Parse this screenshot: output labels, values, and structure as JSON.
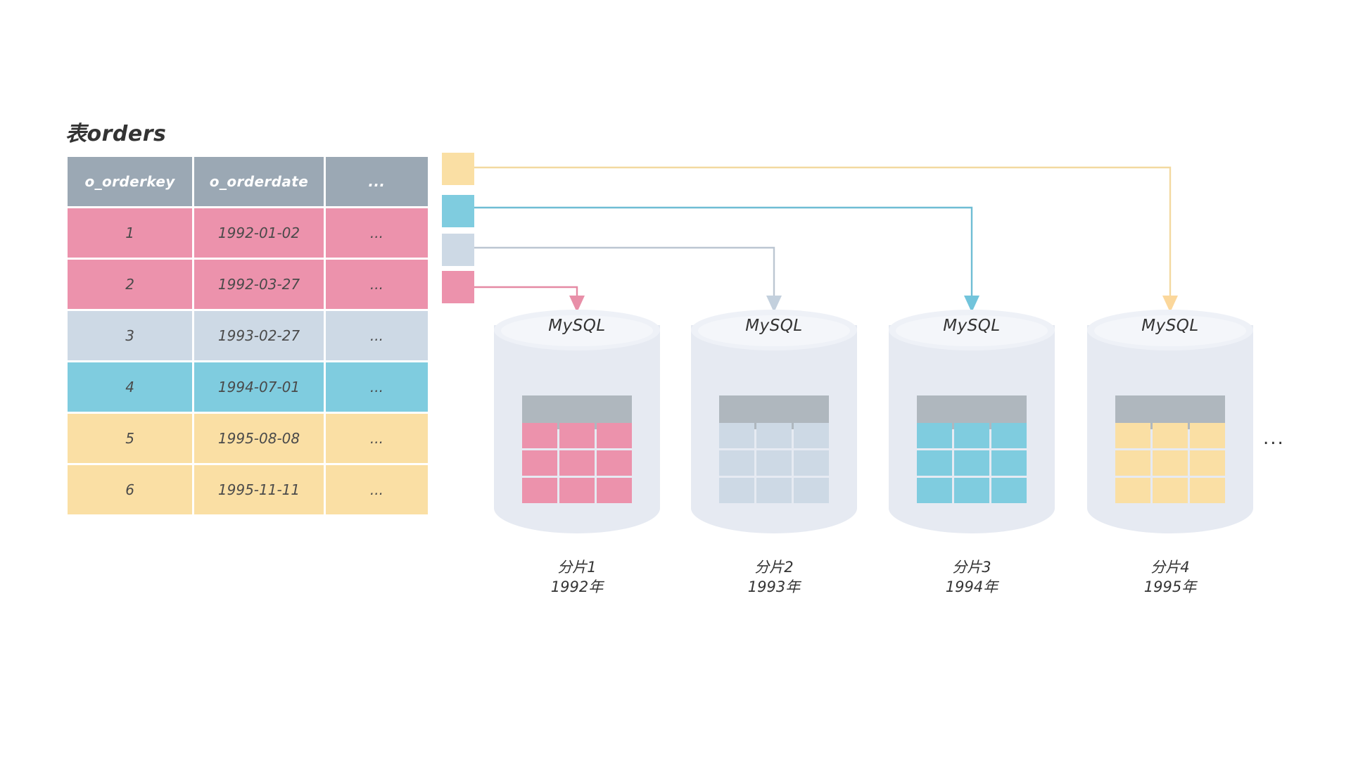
{
  "diagram": {
    "title_prefix": "表",
    "title_name": "orders",
    "title_full": "表orders",
    "trailing_ellipsis": "..."
  },
  "source_table": {
    "name": "表orders",
    "columns": [
      "o_orderkey",
      "o_orderdate",
      "..."
    ],
    "rows": [
      {
        "o_orderkey": "1",
        "o_orderdate": "1992-01-02",
        "more": "...",
        "color": "#EC92AC",
        "shard": "分片1"
      },
      {
        "o_orderkey": "2",
        "o_orderdate": "1992-03-27",
        "more": "...",
        "color": "#EC92AC",
        "shard": "分片1"
      },
      {
        "o_orderkey": "3",
        "o_orderdate": "1993-02-27",
        "more": "...",
        "color": "#CDD9E5",
        "shard": "分片2"
      },
      {
        "o_orderkey": "4",
        "o_orderdate": "1994-07-01",
        "more": "...",
        "color": "#7FCCDF",
        "shard": "分片3"
      },
      {
        "o_orderkey": "5",
        "o_orderdate": "1995-08-08",
        "more": "...",
        "color": "#FADFA4",
        "shard": "分片4"
      },
      {
        "o_orderkey": "6",
        "o_orderdate": "1995-11-11",
        "more": "...",
        "color": "#FADFA4",
        "shard": "分片4"
      }
    ]
  },
  "legend_chips": [
    {
      "color": "#FADFA4",
      "target_shard": "分片4",
      "year": "1995年"
    },
    {
      "color": "#7FCCDF",
      "target_shard": "分片3",
      "year": "1994年"
    },
    {
      "color": "#CDD9E5",
      "target_shard": "分片2",
      "year": "1993年"
    },
    {
      "color": "#EC92AC",
      "target_shard": "分片1",
      "year": "1992年"
    }
  ],
  "shards": [
    {
      "db_label": "MySQL",
      "shard_name": "分片1",
      "year": "1992年",
      "cell_color": "#EC92AC",
      "header_color": "#AFB7BE"
    },
    {
      "db_label": "MySQL",
      "shard_name": "分片2",
      "year": "1993年",
      "cell_color": "#CDD9E5",
      "header_color": "#AFB7BE"
    },
    {
      "db_label": "MySQL",
      "shard_name": "分片3",
      "year": "1994年",
      "cell_color": "#7FCCDF",
      "header_color": "#AFB7BE"
    },
    {
      "db_label": "MySQL",
      "shard_name": "分片4",
      "year": "1995年",
      "cell_color": "#FADFA4",
      "header_color": "#AFB7BE"
    }
  ],
  "colors": {
    "pink": "#EC92AC",
    "slate": "#CDD9E5",
    "cyan": "#7FCCDF",
    "amber": "#FADFA4",
    "header_gray": "#9BA8B4",
    "cylinder_body": "#E6EAF2",
    "cylinder_top": "#F4F6FA",
    "grid_header": "#AFB7BE",
    "background": "#FFFFFF",
    "text": "#333333"
  }
}
